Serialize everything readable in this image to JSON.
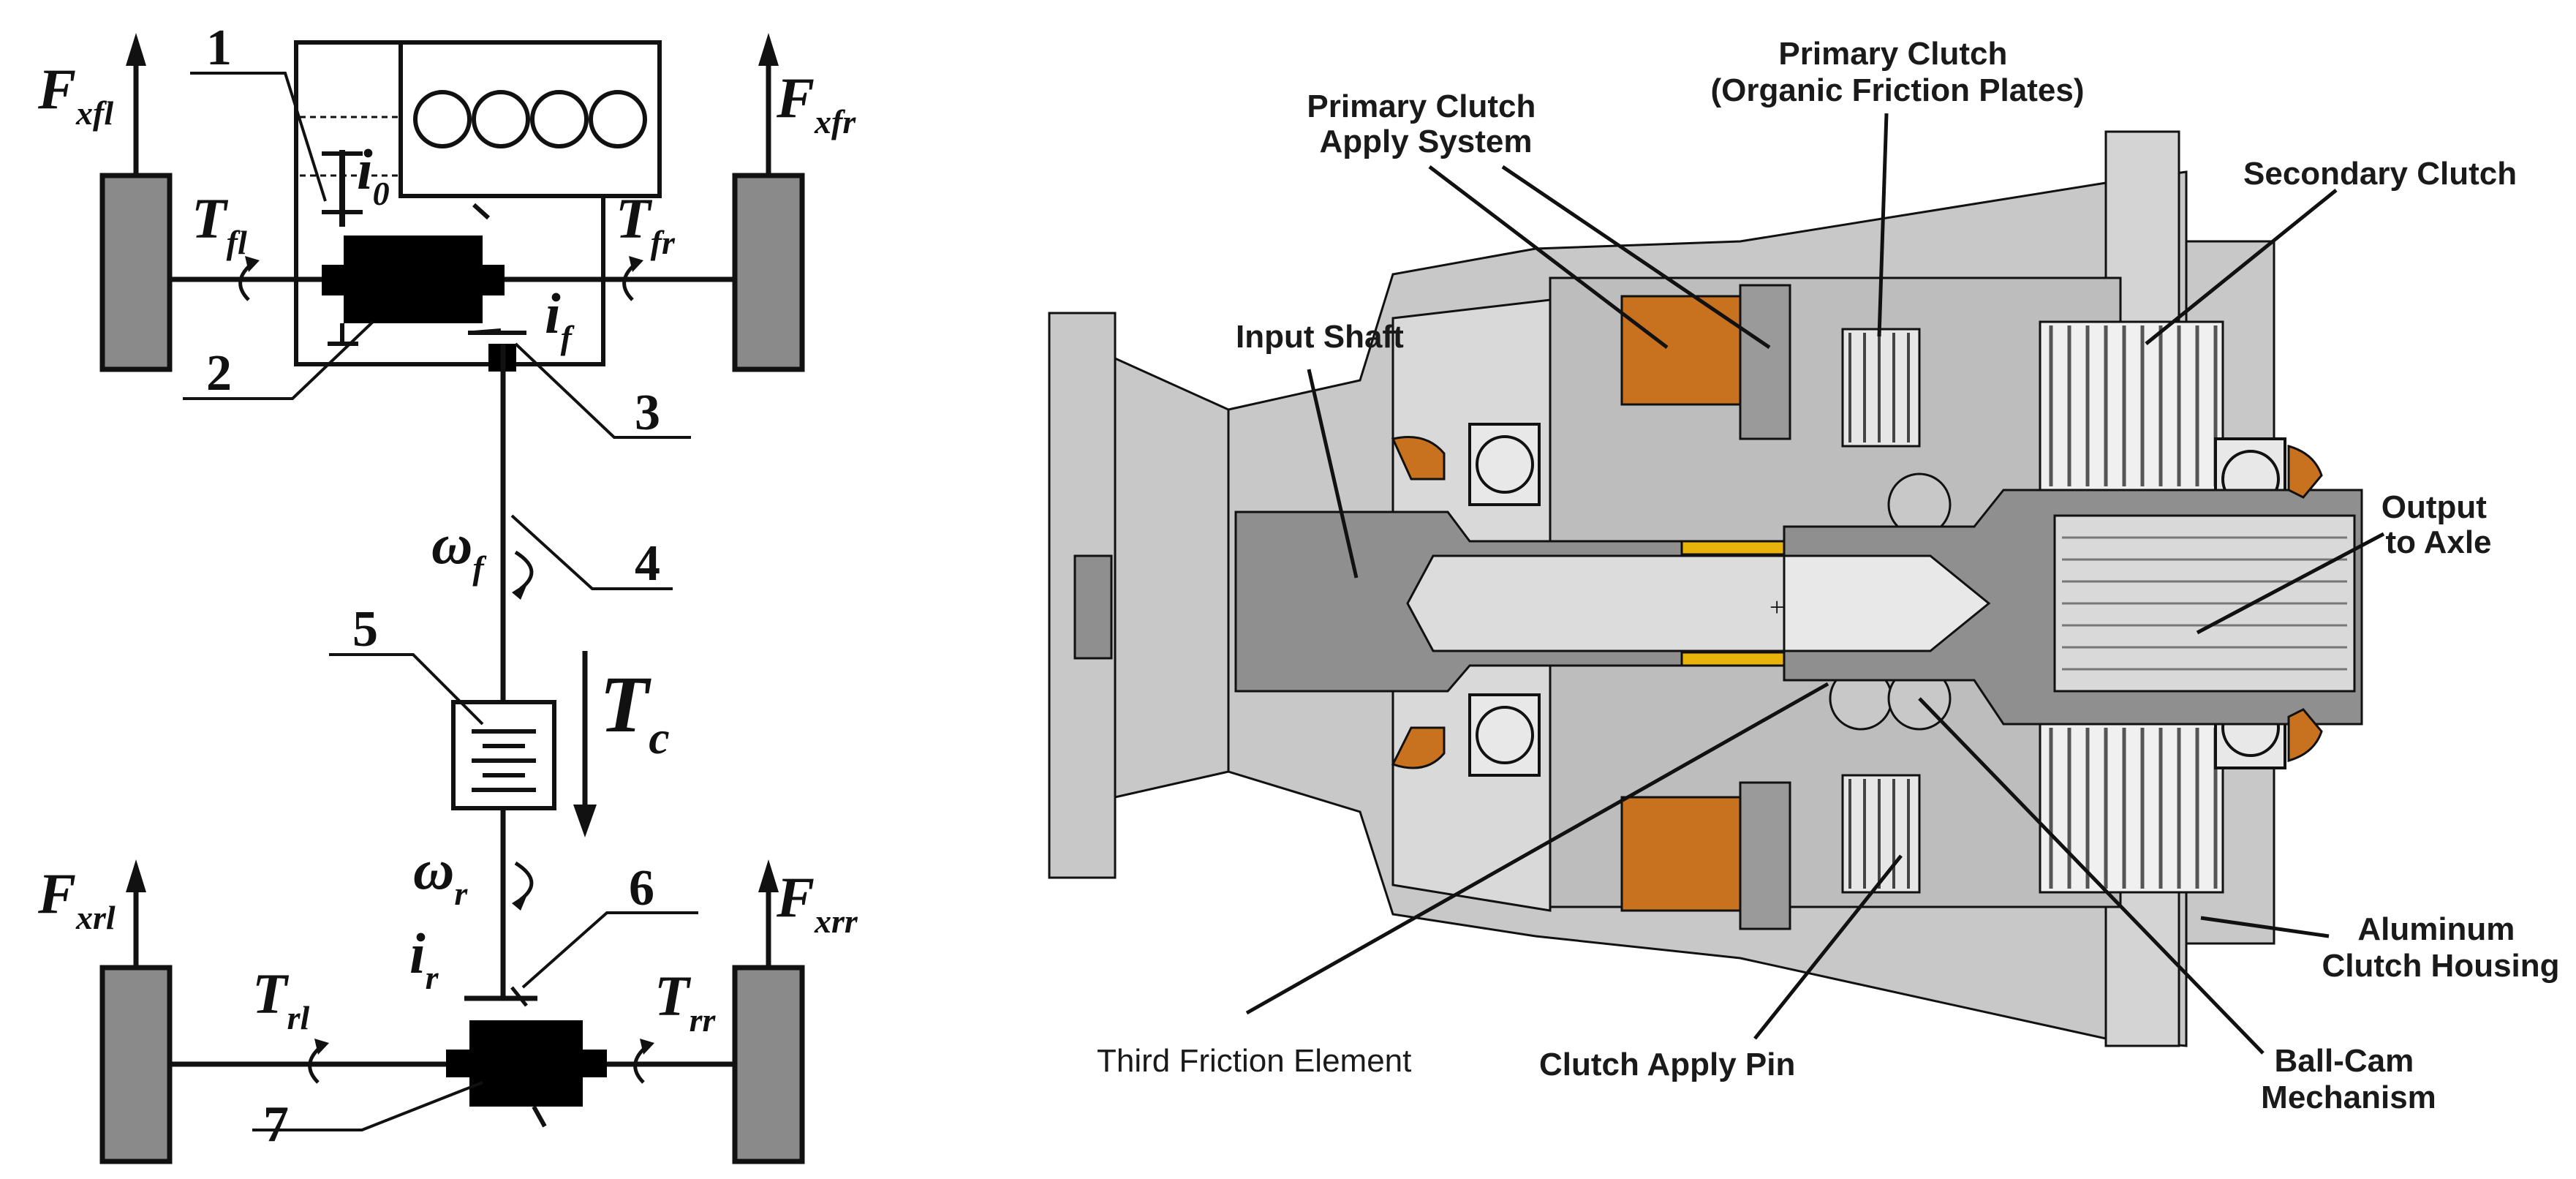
{
  "left_diagram": {
    "force_labels": [
      {
        "id": "fxfl",
        "base": "F",
        "sub": "xfl"
      },
      {
        "id": "fxfr",
        "base": "F",
        "sub": "xfr"
      },
      {
        "id": "fxrl",
        "base": "F",
        "sub": "xrl"
      },
      {
        "id": "fxrr",
        "base": "F",
        "sub": "xrr"
      }
    ],
    "torque_labels": [
      {
        "id": "tfl",
        "base": "T",
        "sub": "fl"
      },
      {
        "id": "tfr",
        "base": "T",
        "sub": "fr"
      },
      {
        "id": "trl",
        "base": "T",
        "sub": "rl"
      },
      {
        "id": "trr",
        "base": "T",
        "sub": "rr"
      },
      {
        "id": "tc",
        "base": "T",
        "sub": "c"
      }
    ],
    "ratio_labels": [
      {
        "id": "i0",
        "base": "i",
        "sub": "0"
      },
      {
        "id": "if",
        "base": "i",
        "sub": "f"
      },
      {
        "id": "ir",
        "base": "i",
        "sub": "r"
      }
    ],
    "speed_labels": [
      {
        "id": "wf",
        "base": "ω",
        "sub": "f"
      },
      {
        "id": "wr",
        "base": "ω",
        "sub": "r"
      }
    ],
    "callout_numbers": [
      "1",
      "2",
      "3",
      "4",
      "5",
      "6",
      "7"
    ]
  },
  "right_diagram": {
    "labels": {
      "primary_clutch_apply_line1": "Primary Clutch",
      "primary_clutch_apply_line2": "Apply System",
      "primary_clutch_line1": "Primary Clutch",
      "primary_clutch_line2": "(Organic Friction Plates)",
      "secondary_clutch": "Secondary Clutch",
      "input_shaft": "Input Shaft",
      "output_line1": "Output",
      "output_line2": "to Axle",
      "housing_line1": "Aluminum",
      "housing_line2": "Clutch Housing",
      "third_friction": "Third Friction Element",
      "clutch_apply_pin": "Clutch Apply Pin",
      "ball_cam_line1": "Ball-Cam",
      "ball_cam_line2": "Mechanism"
    },
    "colors": {
      "housing": "#c8c8c8",
      "shaft": "#8f8f8f",
      "dark_part": "#6e6e6e",
      "coil": "#c8711f",
      "bushing": "#e8b40c"
    }
  }
}
